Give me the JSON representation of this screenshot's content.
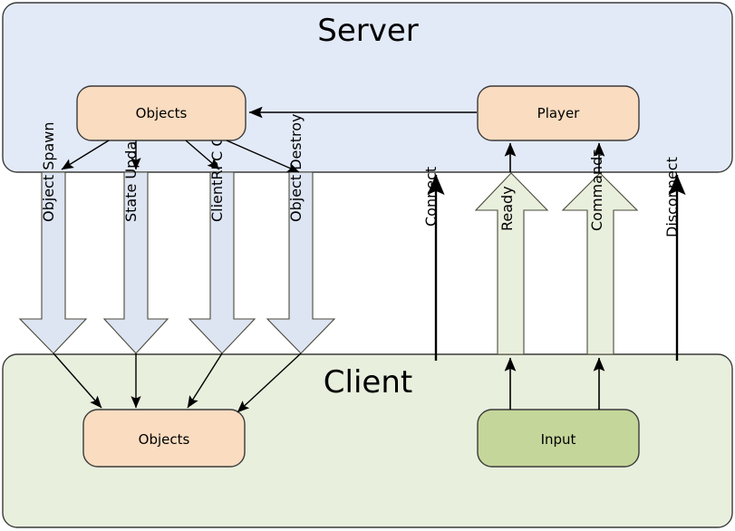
{
  "diagram": {
    "title_server": "Server",
    "title_client": "Client",
    "colors": {
      "server_fill": "#e3eaf7",
      "client_fill": "#e8efdd",
      "object_fill": "#fadcc0",
      "input_fill": "#c5d69a",
      "server_arrow_fill": "#dde4f2",
      "client_arrow_fill": "#e8efdd",
      "stroke": "#3a3a3a",
      "thin_arrow": "#000000",
      "text": "#000000"
    }
  },
  "server": {
    "title": "Server",
    "nodes": [
      {
        "id": "server-objects",
        "label": "Objects"
      },
      {
        "id": "server-player",
        "label": "Player"
      }
    ]
  },
  "client": {
    "title": "Client",
    "nodes": [
      {
        "id": "client-objects",
        "label": "Objects"
      },
      {
        "id": "client-input",
        "label": "Input"
      }
    ]
  },
  "downstream_flows": [
    {
      "id": "object-spawn",
      "label": "Object Spawn",
      "direction": "server-to-client"
    },
    {
      "id": "state-updates",
      "label": "State Updates",
      "direction": "server-to-client"
    },
    {
      "id": "clientrpc-calls",
      "label": "ClientRPC Calls",
      "direction": "server-to-client"
    },
    {
      "id": "object-destroy",
      "label": "Object Destroy",
      "direction": "server-to-client"
    }
  ],
  "upstream_flows": [
    {
      "id": "connect",
      "label": "Connect",
      "direction": "client-to-server",
      "style": "thin"
    },
    {
      "id": "ready",
      "label": "Ready",
      "direction": "client-to-server",
      "style": "block"
    },
    {
      "id": "commands",
      "label": "Commands",
      "direction": "client-to-server",
      "style": "block"
    },
    {
      "id": "disconnect",
      "label": "Disconnect",
      "direction": "client-to-server",
      "style": "thin"
    }
  ],
  "internal_links": [
    {
      "id": "player-to-objects",
      "from": "server-player",
      "to": "server-objects"
    }
  ]
}
